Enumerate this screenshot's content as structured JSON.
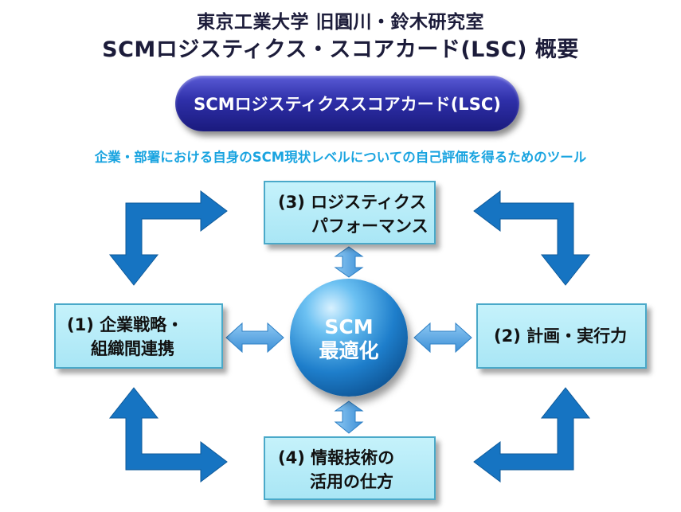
{
  "header": {
    "title_line1": "東京工業大学 旧圓川・鈴木研究室",
    "title_line2": "SCMロジスティクス・スコアカード(LSC) 概要"
  },
  "banner": {
    "label": "SCMロジスティクススコアカード(LSC)",
    "subtitle": "企業・部署における自身のSCM現状レベルについての自己評価を得るためのツール"
  },
  "center": {
    "line1": "SCM",
    "line2": "最適化"
  },
  "boxes": {
    "logistics": {
      "line1": "(3) ロジスティクス",
      "line2": "パフォーマンス"
    },
    "strategy": {
      "line1": "(1) 企業戦略・",
      "line2": "組織間連携"
    },
    "plan": {
      "line1": "(2) 計画・実行力"
    },
    "it": {
      "line1": "(4) 情報技術の",
      "line2": "活用の仕方"
    }
  },
  "colors": {
    "arrow": "#1674c2",
    "double_arrow": "#5aa9e6",
    "box_fill": "#b6ecf8",
    "subtitle": "#1aa4e0",
    "pill": "#2e2fa8"
  }
}
